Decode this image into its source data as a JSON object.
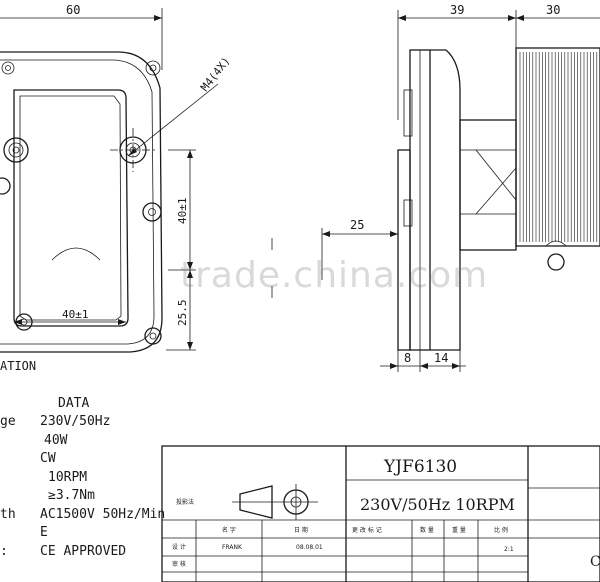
{
  "dimensions": {
    "left_width": "60",
    "thread_callout": "M4(4X)",
    "left_height": "40±1",
    "left_bottom_width": "40±1",
    "left_side": "25.5",
    "right_body": "39",
    "right_fins": "30",
    "right_offset": "25",
    "right_flange": "8",
    "right_shaft": "14"
  },
  "view_label": "ATION",
  "spec": {
    "header": "DATA",
    "rows": [
      {
        "label": "ge",
        "value": "230V/50Hz"
      },
      {
        "label": "",
        "value": "40W"
      },
      {
        "label": "",
        "value": "CW"
      },
      {
        "label": "",
        "value": "10RPM"
      },
      {
        "label": "",
        "value": "≥3.7Nm"
      },
      {
        "label": "th",
        "value": "AC1500V 50Hz/Min"
      },
      {
        "label": "",
        "value": "E"
      },
      {
        "label": ":",
        "value": "CE APPROVED"
      }
    ]
  },
  "title_block": {
    "model": "YJF6130",
    "rating": "230V/50Hz 10RPM",
    "projection_label": "投影法",
    "col_name": "名 字",
    "col_date": "日 期",
    "row_design": "设 计",
    "row_check": "审 核",
    "designer": "FRANK",
    "date": "08.08.01",
    "right_headers": [
      "更 改 标 记",
      "数 量",
      "重 量",
      "比 例"
    ],
    "scale": "2:1",
    "corner_mark": "C"
  },
  "watermark": "trade.china.com"
}
